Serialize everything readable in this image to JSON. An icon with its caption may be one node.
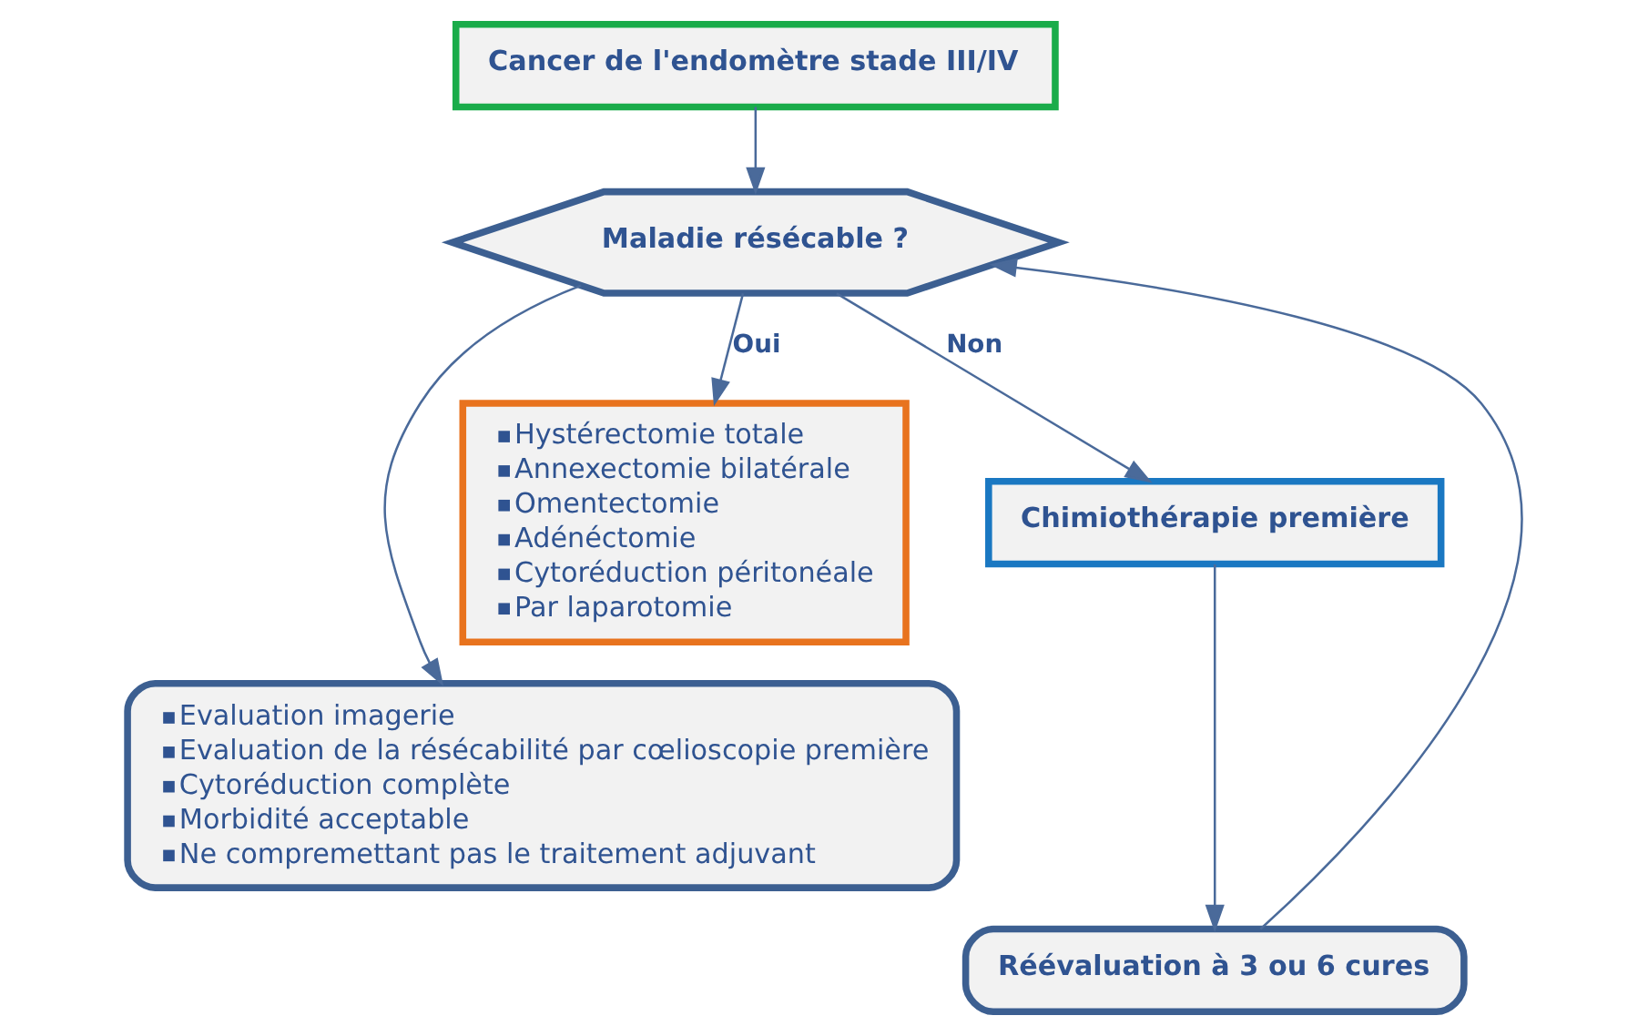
{
  "diagram": {
    "nodes": [
      {
        "text": [
          "Cancer de l'endomètre stade III/IV"
        ]
      },
      {
        "text": [
          "Maladie résécable ?"
        ]
      },
      {
        "text": [
          "Evaluation imagerie",
          "Evaluation de la résécabilité par cœlioscopie première",
          "Cytoréduction complète",
          "Morbidité acceptable",
          "Ne compremettant pas le traitement adjuvant"
        ]
      },
      {
        "text": [
          "Hystérectomie totale",
          "Annexectomie bilatérale",
          "Omentectomie",
          "Adénéctomie",
          "Cytoréduction péritonéale",
          "Par laparotomie"
        ]
      },
      {
        "text": [
          "Chimiothérapie première"
        ]
      },
      {
        "text": [
          "Réévaluation à 3 ou 6 cures"
        ]
      }
    ],
    "edges": [
      {
        "from": 0,
        "to": 1,
        "arrow": "to"
      },
      {
        "from": 1,
        "to": 2,
        "arrow": "to"
      },
      {
        "from": 1,
        "to": 3,
        "arrow": "to",
        "label": "Oui"
      },
      {
        "from": 1,
        "to": 4,
        "arrow": "to",
        "label": "Non"
      },
      {
        "from": 4,
        "to": 5,
        "arrow": "to"
      },
      {
        "from": 5,
        "to": 1,
        "arrow": "to"
      }
    ]
  }
}
